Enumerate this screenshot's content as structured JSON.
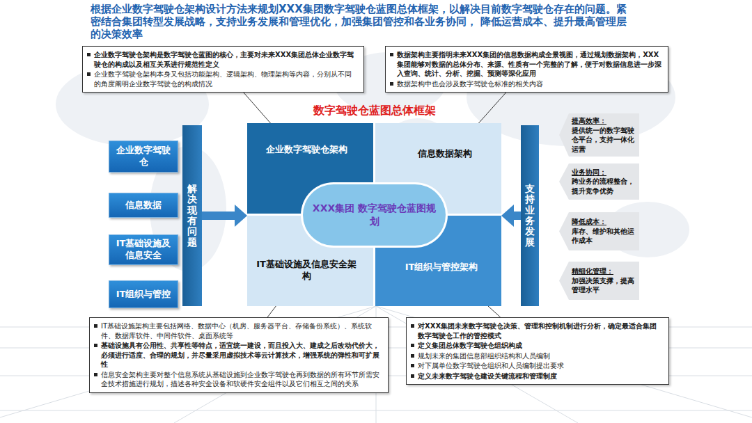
{
  "diagram": {
    "title": "根据企业数字驾驶仓架构设计方法来规划XXX集团数字驾驶仓蓝图总体框架，以解决目前数字驾驶仓存在的问题。紧密结合集团转型发展战略，支持业务发展和管理优化，加强集团管控和各业务协同， 降低运营成本、提升最高管理层的决策效率",
    "nodes": [
      {
        "text": [
          "企业数字驾驶仓架构是数字驾驶仓蓝图的核心，主要对未来XXX集团总体企业数字驾驶仓的构成以及相互关系进行规范性定义",
          "企业数字驾驶仓架构本身又包括功能架构、逻辑架构、物理架构等内容，分别从不同的角度阐明企业数字驾驶仓的构成情况"
        ]
      },
      {
        "text": [
          "数据架构主要指明未来XXX集团的信息数据构成全景视图，通过规划数据架构，XXX集团能够对数据的总体分布、来源、性质有一个完整的了解，便于对数据信息进一步深入查询、统计、分析、挖掘、预测等深化应用",
          "数据架构中也会涉及数字驾驶仓标准的相关内容"
        ]
      },
      {
        "text": [
          "数字驾驶仓蓝图总体框架"
        ]
      },
      {
        "text": [
          "企业数字驾驶仓架构"
        ],
        "in": 2
      },
      {
        "text": [
          "信息数据架构"
        ],
        "in": 2
      },
      {
        "text": [
          "IT基础设施及信息安全架构"
        ],
        "in": 2
      },
      {
        "text": [
          "IT组织与管控架构"
        ],
        "in": 2
      },
      {
        "text": [
          "XXX集团 数字驾驶仓蓝图规划"
        ],
        "in": 2
      },
      {
        "text": [
          "企业数字驾驶仓"
        ]
      },
      {
        "text": [
          "信息数据"
        ]
      },
      {
        "text": [
          "IT基础设施及信息安全"
        ]
      },
      {
        "text": [
          "IT组织与管控"
        ]
      },
      {
        "text": [
          "解决现有问题"
        ]
      },
      {
        "text": [
          "支持业务发展"
        ]
      },
      {
        "text": [
          "提高效率：",
          "提供统一的数字驾驶仓平台，支持一体化运营"
        ]
      },
      {
        "text": [
          "业务协同：",
          "跨业务的流程整合，提升竞争优势"
        ]
      },
      {
        "text": [
          "降低成本：",
          "库存、维护和其他运作成本"
        ]
      },
      {
        "text": [
          "精细化管理：",
          "加强决策支撑，提高管理水平"
        ]
      },
      {
        "text": [
          "IT基础设施架构主要包括网络、数据中心（机房、服务器平台、存储备份系统）、系统软件、数据库软件、中间件软件、桌面系统等",
          "基础设施具有公用性、共享性等特点，适宜统一建设，而且投入大、建成之后改动代价大，必须进行适度、合理的规划，并尽量采用虚拟技术等云计算技术，增强系统的弹性和可扩展性",
          "信息安全架构主要对整个信息系统从基础设施到企业数字驾驶仓再到数据的所有环节所需安全技术措施进行规划，描述各种安全设备和软硬件安全组件以及它们相互之间的关系"
        ]
      },
      {
        "text": [
          "对XXX集团未来数字驾驶仓决策、管理和控制机制进行分析，确定最适合集团数字驾驶仓工作的管控模式",
          "定义集团总体数字驾驶仓组织构成",
          "规划未来的集团信息部组织结构和人员编制",
          "对下属单位数字驾驶仓组织和人员编制提出要求",
          "定义未来数字驾驶仓建设关键流程和管理制度"
        ]
      }
    ],
    "edges": [
      {
        "from": 12,
        "to": 2,
        "arrow": "to"
      },
      {
        "from": 13,
        "to": 2,
        "arrow": "to"
      },
      {
        "from": 0,
        "to": 3,
        "arrow": "none"
      },
      {
        "from": 1,
        "to": 4,
        "arrow": "none"
      },
      {
        "from": 18,
        "to": 5,
        "arrow": "none"
      },
      {
        "from": 19,
        "to": 6,
        "arrow": "none"
      }
    ]
  }
}
